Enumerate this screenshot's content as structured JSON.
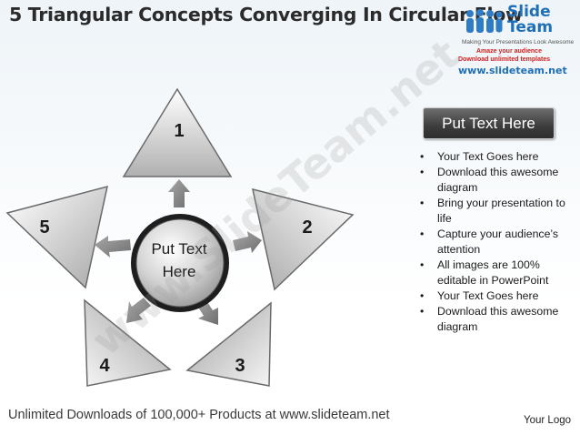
{
  "title": "5 Triangular Concepts Converging In Circular Flow",
  "logo": {
    "line1": "Slide",
    "line2": "Team",
    "tagline": "Making Your Presentations Look Awesome",
    "promo1": "Amaze your audience",
    "promo2": "Download unlimited templates",
    "url": "www.slideteam.net"
  },
  "diagram": {
    "center_line1": "Put Text",
    "center_line2": "Here",
    "triangles": [
      {
        "number": "1"
      },
      {
        "number": "2"
      },
      {
        "number": "3"
      },
      {
        "number": "4"
      },
      {
        "number": "5"
      }
    ],
    "colors": {
      "triangle_fill_light": "#f2f2f2",
      "triangle_fill_dark": "#a9a9a9",
      "arrow": "#8c8c8c",
      "circle_ring": "#2a2a2a"
    }
  },
  "sidebar": {
    "header": "Put Text Here",
    "bullets": [
      "Your Text Goes here",
      "Download this awesome diagram",
      "Bring your presentation to life",
      "Capture your audience’s attention",
      "All images are 100% editable in PowerPoint",
      "Your Text Goes here",
      "Download this awesome diagram"
    ]
  },
  "watermark": "www.SlideTeam.net",
  "footer": "Unlimited Downloads of 100,000+ Products at www.slideteam.net",
  "your_logo": "Your Logo"
}
